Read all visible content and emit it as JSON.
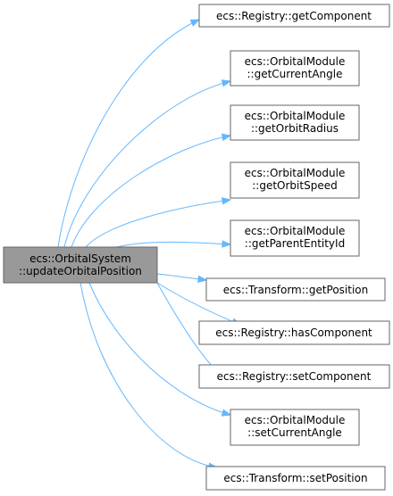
{
  "source": {
    "lines": [
      "ecs::OrbitalSystem",
      "::updateOrbitalPosition"
    ]
  },
  "targets": [
    {
      "lines": [
        "ecs::Registry::getComponent"
      ]
    },
    {
      "lines": [
        "ecs::OrbitalModule",
        "::getCurrentAngle"
      ]
    },
    {
      "lines": [
        "ecs::OrbitalModule",
        "::getOrbitRadius"
      ]
    },
    {
      "lines": [
        "ecs::OrbitalModule",
        "::getOrbitSpeed"
      ]
    },
    {
      "lines": [
        "ecs::OrbitalModule",
        "::getParentEntityId"
      ]
    },
    {
      "lines": [
        "ecs::Transform::getPosition"
      ]
    },
    {
      "lines": [
        "ecs::Registry::hasComponent"
      ]
    },
    {
      "lines": [
        "ecs::Registry::setComponent"
      ]
    },
    {
      "lines": [
        "ecs::OrbitalModule",
        "::setCurrentAngle"
      ]
    },
    {
      "lines": [
        "ecs::Transform::setPosition"
      ]
    }
  ],
  "colors": {
    "edge": "#63b8ff",
    "source_fill": "#999999",
    "node_border": "#666666"
  }
}
